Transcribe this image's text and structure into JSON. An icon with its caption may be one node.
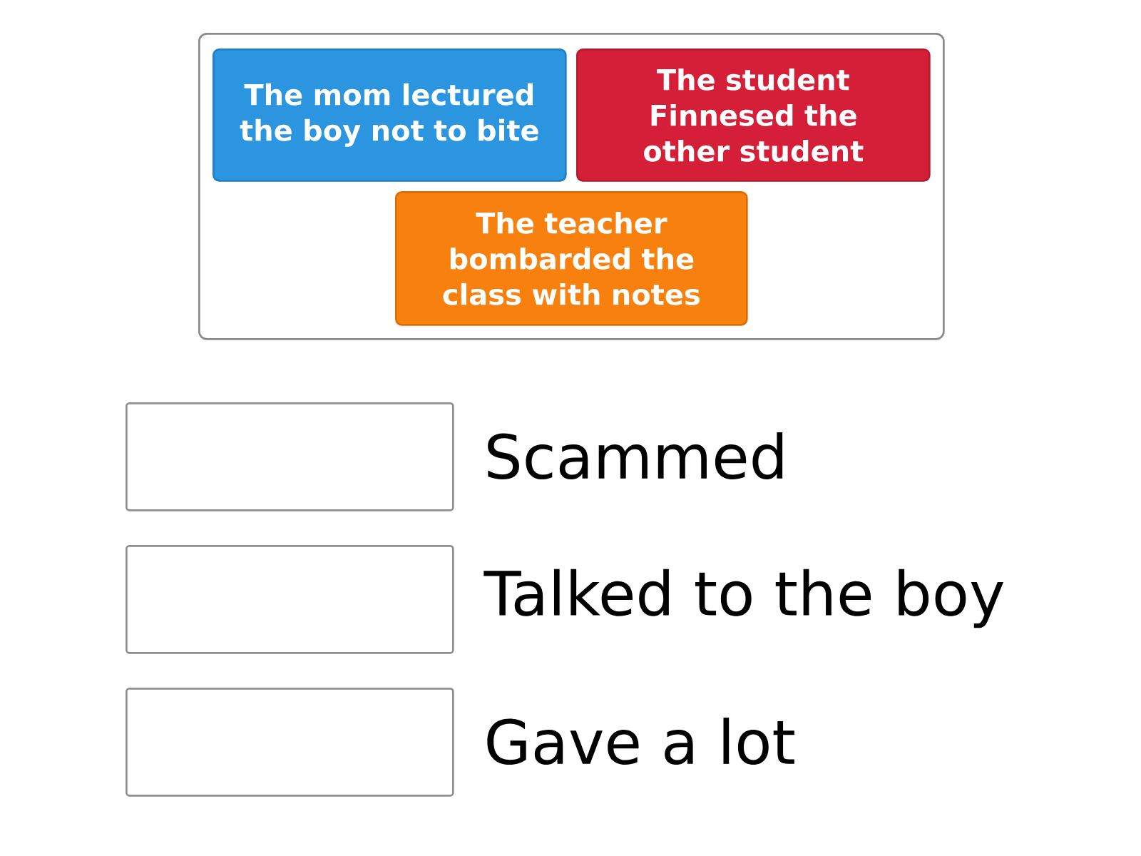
{
  "diagram": {
    "nodes": [
      {
        "text": [],
        "shape": "box"
      },
      {
        "text": [
          "The mom lectured the boy not to bite"
        ],
        "in": 0
      },
      {
        "text": [
          "The student Finnesed the other student"
        ],
        "in": 0
      },
      {
        "text": [
          "The teacher bombarded the class with notes"
        ],
        "in": 0
      },
      {
        "text": [],
        "shape": "box",
        "beside": [
          "Scammed"
        ]
      },
      {
        "text": [],
        "shape": "box",
        "beside": [
          "Talked to the boy"
        ]
      },
      {
        "text": [],
        "shape": "box",
        "beside": [
          "Gave a lot"
        ]
      }
    ]
  }
}
